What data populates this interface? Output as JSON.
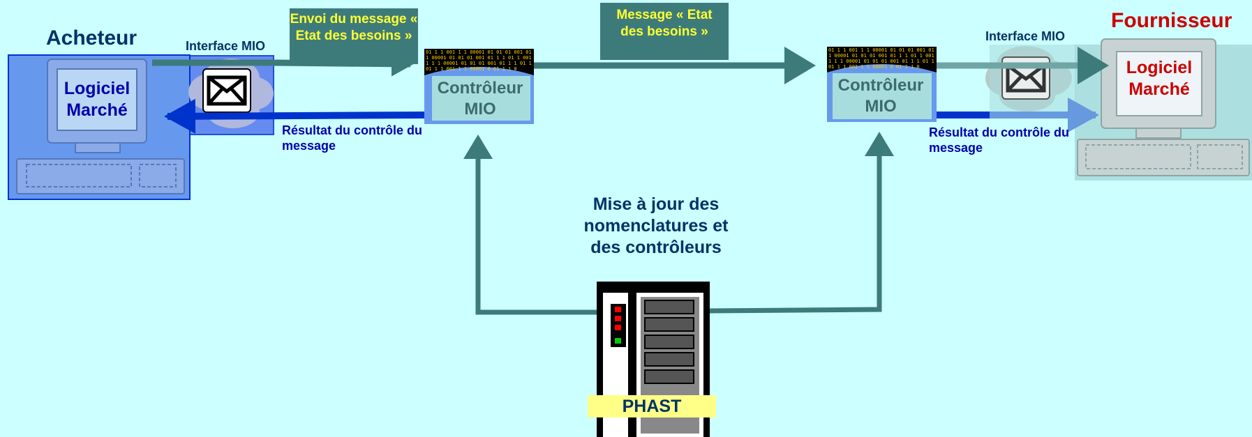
{
  "buyer": {
    "title": "Acheteur",
    "software_label": "Logiciel Marché",
    "interface_label": "Interface MIO"
  },
  "supplier": {
    "title": "Fournisseur",
    "software_label": "Logiciel Marché",
    "interface_label": "Interface MIO"
  },
  "controllers": {
    "left_label": "Contrôleur MIO",
    "right_label": "Contrôleur MIO",
    "binary_text": "01 1 1 001 1 1 00001 01 01 01 001 01 1 00001 01 01 01 001 01 1 1 01 1 001 1 1 1 00001 01 01 01 001 01 1 1 01 1 01 1 1 001 1 1 00001 0 01 1 1 0"
  },
  "messages": {
    "send_label": "Envoi du message « Etat des besoins »",
    "message_label": "Message « Etat des besoins »",
    "result_left": "Résultat du contrôle du message",
    "result_right": "Résultat du contrôle du message"
  },
  "update": {
    "label": "Mise à jour des nomenclatures et des contrôleurs"
  },
  "server": {
    "label": "PHAST"
  },
  "colors": {
    "background": "#ccffff",
    "teal_arrow": "#3d7b7b",
    "blue_arrow": "#0033cc",
    "light_blue_arrow": "#6699dd",
    "buyer_title": "#003366",
    "supplier_title": "#cc0000",
    "label_text": "#0000aa",
    "teal_box_text": "#ffff33",
    "phast_band": "#ffff88"
  }
}
